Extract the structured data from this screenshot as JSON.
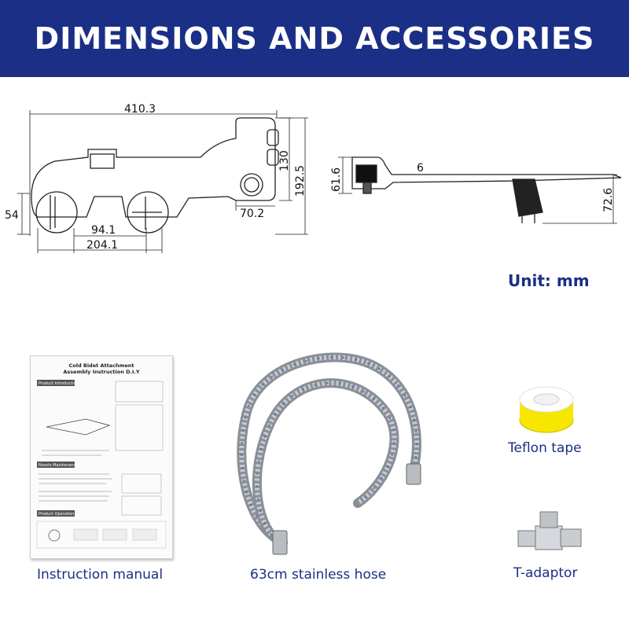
{
  "header": {
    "title": "DIMENSIONS AND ACCESSORIES",
    "bg_color": "#1b2f86"
  },
  "dimensions": {
    "overall_width": "410.3",
    "height_a": "130",
    "height_b": "192.5",
    "side_height": "54",
    "knob_offset": "70.2",
    "hole_spacing": "94.1",
    "mount_span": "204.1",
    "side_a": "61.6",
    "thickness": "6",
    "side_b": "72.6"
  },
  "unit_label": "Unit: mm",
  "manual": {
    "title_line1": "Cold Bidet Attachment",
    "title_line2": "Assembly Instruction D.I.Y",
    "section1": "Product Introduction",
    "section2": "Nozzle Maintenance",
    "section3": "Product Operation"
  },
  "accessories": {
    "manual_label": "Instruction manual",
    "hose_label": "63cm stainless hose",
    "tape_label": "Teflon tape",
    "adaptor_label": "T-adaptor"
  },
  "colors": {
    "accent": "#1b2f86",
    "tape": "#f6e600"
  }
}
